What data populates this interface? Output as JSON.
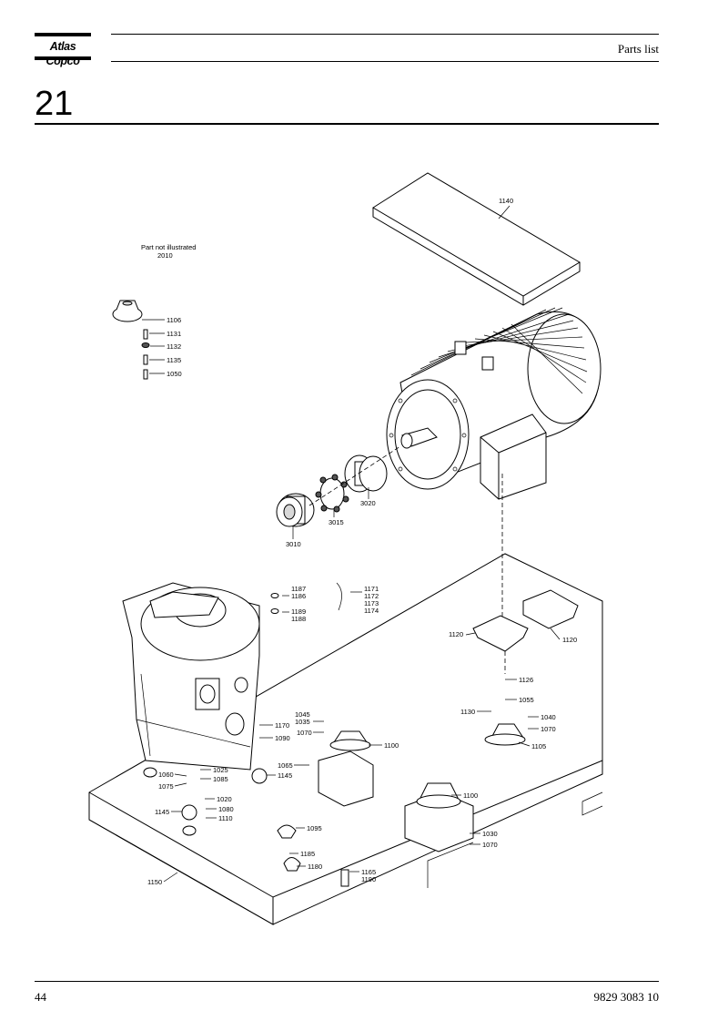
{
  "header": {
    "brand": "Atlas Copco",
    "section_title": "Parts list",
    "section_number": "21"
  },
  "drawing": {
    "note_title": "Part not illustrated",
    "note_number": "2010",
    "callouts": [
      "1106",
      "1131",
      "1132",
      "1135",
      "1050",
      "1140",
      "3020",
      "3015",
      "3010",
      "1187",
      "1186",
      "1171",
      "1172",
      "1173",
      "1174",
      "1189",
      "1188",
      "1120",
      "1120",
      "1126",
      "1055",
      "1130",
      "1040",
      "1070",
      "1105",
      "1045",
      "1035",
      "1070",
      "1100",
      "1170",
      "1090",
      "1065",
      "1145",
      "1060",
      "1025",
      "1085",
      "1075",
      "1020",
      "1080",
      "1145",
      "1110",
      "1100",
      "1095",
      "1030",
      "1070",
      "1185",
      "1180",
      "1165",
      "1190",
      "1150"
    ]
  },
  "footer": {
    "page_number": "44",
    "document_number": "9829 3083 10"
  }
}
